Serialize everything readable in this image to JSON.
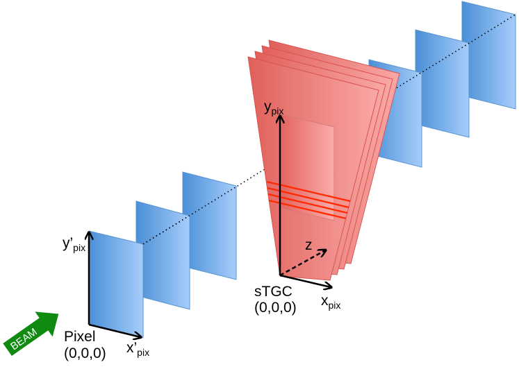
{
  "labels": {
    "beam": "BEAM",
    "pixel_name": "Pixel",
    "pixel_origin": "(0,0,0)",
    "pixel_y": "y’",
    "pixel_y_sub": "pix",
    "pixel_x": "x’",
    "pixel_x_sub": "pix",
    "stgc_name": "sTGC",
    "stgc_origin": "(0,0,0)",
    "stgc_y": "y",
    "stgc_y_sub": "pix",
    "stgc_x": "x",
    "stgc_x_sub": "pix",
    "z": "z"
  },
  "colors": {
    "pixel_plane_dark": "#4a8fd6",
    "pixel_plane_light": "#a6cdfb",
    "stgc_dark": "#e0605a",
    "stgc_light": "#f9a8a6",
    "strip": "#ff2a00",
    "beam": "#118a11"
  }
}
